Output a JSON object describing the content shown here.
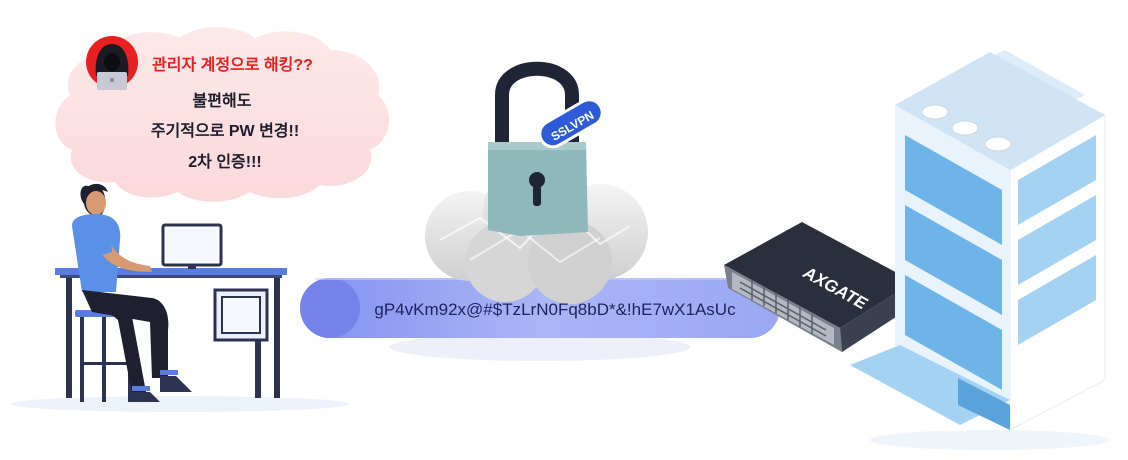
{
  "speech_bubble": {
    "line1": "관리자 계정으로 해킹??",
    "line2": "불편해도",
    "line3": "주기적으로 PW 변경!!",
    "line4": "2차 인증!!!"
  },
  "lock_tag": "SSLVPN",
  "tunnel_password": "gP4vKm92x@#$TzLrN0Fq8bD*&!hE7wX1AsUc",
  "appliance_brand": "AXGATE",
  "colors": {
    "alert_red": "#e8201f",
    "tunnel_blue": "#7f8df0",
    "lock_body": "#8fb8ba",
    "building_blue": "#6db4e8"
  }
}
